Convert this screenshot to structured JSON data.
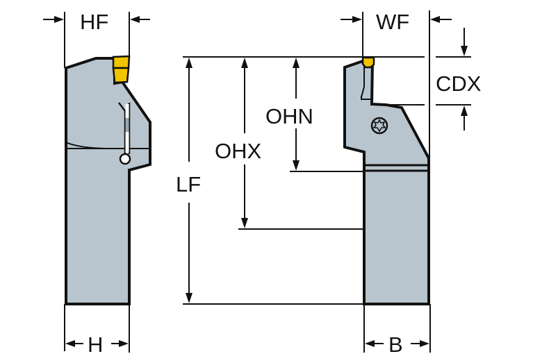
{
  "diagram": {
    "title": "Parting/grooving tool holder dimensions",
    "colors": {
      "body": "#b8c5ce",
      "insert": "#f0c400",
      "outline": "#111111",
      "background": "#ffffff"
    },
    "labels": {
      "hf": "HF",
      "wf": "WF",
      "cdx": "CDX",
      "ohn": "OHN",
      "ohx": "OHX",
      "lf": "LF",
      "h": "H",
      "b": "B"
    },
    "views": [
      {
        "name": "side-view",
        "parts": [
          "tool-body",
          "cutting-insert",
          "coolant-channel"
        ]
      },
      {
        "name": "front-view",
        "parts": [
          "tool-body",
          "cutting-insert",
          "torx-screw"
        ]
      }
    ]
  }
}
